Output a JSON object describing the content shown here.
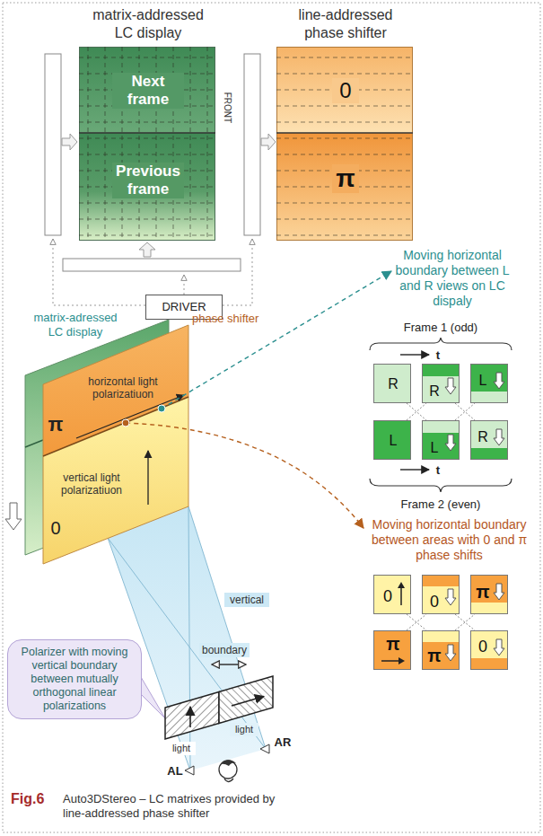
{
  "diagram": {
    "caption": "Auto3DStereo – LC matrixes provided by line-addressed phase shifter",
    "nodes": [
      {
        "text": [
          "matrix-addressed LC display",
          "Next frame",
          "Previous frame"
        ]
      },
      {
        "text": [
          "line-addressed phase shifter",
          "0",
          "π"
        ]
      },
      {
        "text": [
          "DRIVER"
        ]
      },
      {
        "text": [
          "R"
        ]
      },
      {
        "text": [
          "R"
        ]
      },
      {
        "text": [
          "L"
        ]
      },
      {
        "text": [
          "L"
        ]
      },
      {
        "text": [
          "L"
        ]
      },
      {
        "text": [
          "R"
        ]
      },
      {
        "text": [
          "0"
        ]
      },
      {
        "text": [
          "0"
        ]
      },
      {
        "text": [
          "π"
        ]
      },
      {
        "text": [
          "π"
        ]
      },
      {
        "text": [
          "π"
        ]
      },
      {
        "text": [
          "0"
        ]
      },
      {
        "text": [
          "Polarizer with moving vertical boundary between mutually orthogonal linear polarizations"
        ]
      }
    ],
    "edges": [
      {
        "from": 3,
        "to": 7,
        "arrow": "none"
      },
      {
        "from": 6,
        "to": 4,
        "arrow": "none"
      },
      {
        "from": 4,
        "to": 8,
        "arrow": "none"
      },
      {
        "from": 7,
        "to": 5,
        "arrow": "none"
      },
      {
        "from": 9,
        "to": 13,
        "arrow": "none"
      },
      {
        "from": 12,
        "to": 10,
        "arrow": "none"
      },
      {
        "from": 10,
        "to": 14,
        "arrow": "none"
      },
      {
        "from": 13,
        "to": 11,
        "arrow": "none"
      }
    ],
    "labels": [
      "FRONT",
      "Moving horizontal boundary between L and R views on LC dispaly",
      "matrix-adressed LC display",
      "phase shifter",
      "horizontal light polarizatiuon",
      "π",
      "vertical light polarizatiuon",
      "0",
      "Frame 1 (odd)",
      "t",
      "t",
      "Frame 2 (even)",
      "Moving horizontal boundary between areas with 0 and π phase shifts",
      "vertical",
      "boundary",
      "light",
      "light",
      "AL",
      "AR",
      "Fig.6"
    ]
  }
}
